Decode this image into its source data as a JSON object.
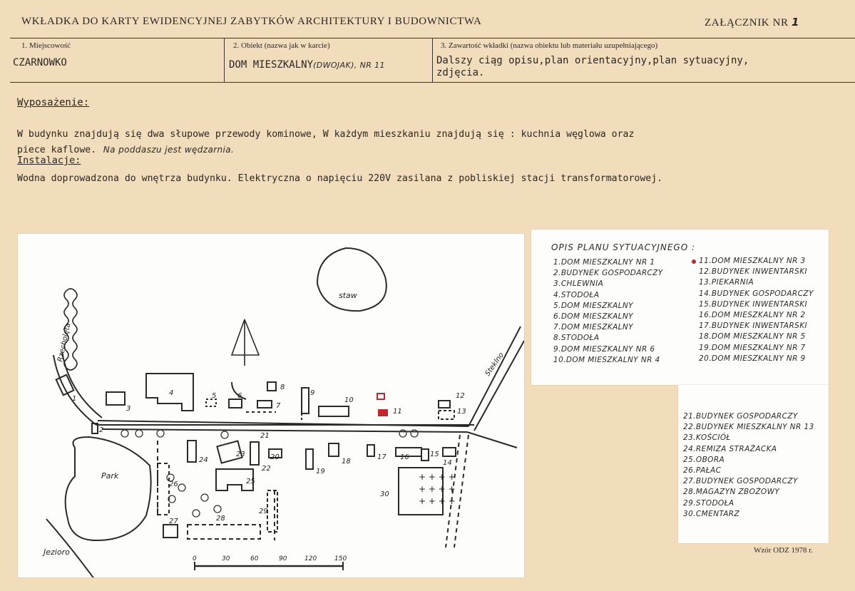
{
  "header": {
    "title": "WKŁADKA DO KARTY EWIDENCYJNEJ ZABYTKÓW ARCHITEKTURY I BUDOWNICTWA",
    "attachment": "ZAŁĄCZNIK NR",
    "attachment_number": "1"
  },
  "fields": [
    {
      "label": "1. Miejscowość",
      "value": "CZARNOWKO"
    },
    {
      "label": "2. Obiekt (nazwa jak w karcie)",
      "value": "DOM MIESZKALNY",
      "value_hand": "(DWOJAK), NR 11"
    },
    {
      "label": "3. Zawartość wkładki (nazwa obiektu lub materiału uzupełniającego)",
      "value_line1": "Dalszy ciąg opisu,plan orientacyjny,plan sytuacyjny,",
      "value_line2": "zdjęcia."
    }
  ],
  "body": {
    "heading1": "Wyposażenie:",
    "para1_line1": "W budynku znajdują się dwa słupowe przewody kominowe, W każdym mieszkaniu znajdują się : kuchnia węglowa oraz",
    "para1_line2": "piece kaflowe.",
    "para1_hand": "Na poddaszu jest wędzarnia.",
    "heading2": "Instalacje:",
    "para2": "Wodna doprowadzona do wnętrza budynku. Elektryczna o napięciu 220V zasilana z pobliskiej stacji transformatorowej."
  },
  "map": {
    "labels": {
      "staw": "staw",
      "park": "Park",
      "jezioro": "Jezioro",
      "road_left": "Rzecholęta",
      "road_right": "Steklno"
    },
    "numbers": [
      "1",
      "2",
      "3",
      "4",
      "5",
      "6",
      "7",
      "8",
      "9",
      "10",
      "11",
      "12",
      "13",
      "14",
      "15",
      "16",
      "17",
      "18",
      "19",
      "20",
      "21",
      "22",
      "23",
      "24",
      "25",
      "26",
      "27",
      "28",
      "29",
      "30"
    ],
    "scale": [
      "0",
      "30",
      "60",
      "90",
      "120",
      "150"
    ]
  },
  "legend": {
    "title": "OPIS PLANU SYTUACYJNEGO :",
    "col1": [
      "1.DOM MIESZKALNY NR 1",
      "2.BUDYNEK GOSPODARCZY",
      "3.CHLEWNIA",
      "4.STODOŁA",
      "5.DOM MIESZKALNY",
      "6.DOM MIESZKALNY",
      "7.DOM MIESZKALNY",
      "8.STODOŁA",
      "9.DOM MIESZKALNY NR 6",
      "10.DOM MIESZKALNY NR 4"
    ],
    "col2": [
      "11.DOM MIESZKALNY NR 3",
      "12.BUDYNEK INWENTARSKI",
      "13.PIEKARNIA",
      "14.BUDYNEK GOSPODARCZY",
      "15.BUDYNEK INWENTARSKI",
      "16.DOM MIESZKALNY NR 2",
      "17.BUDYNEK INWENTARSKI",
      "18.DOM MIESZKALNY NR 5",
      "19.DOM MIESZKALNY NR 7",
      "20.DOM MIESZKALNY NR 9"
    ],
    "col3": [
      "21.BUDYNEK GOSPODARCZY",
      "22.BUDYNEK MIESZKALNY NR 13",
      "23.KOŚCIÓŁ",
      "24.REMIZA STRAŻACKA",
      "25.OBORA",
      "26.PAŁAC",
      "27.BUDYNEK GOSPODARCZY",
      "28.MAGAZYN ZBOŻOWY",
      "29.STODOŁA",
      "30.CMENTARZ"
    ]
  },
  "footer": {
    "form": "Wzór ODZ 1978 r."
  },
  "colors": {
    "paper": "#f1dcbb",
    "highlight": "#c0262d"
  }
}
